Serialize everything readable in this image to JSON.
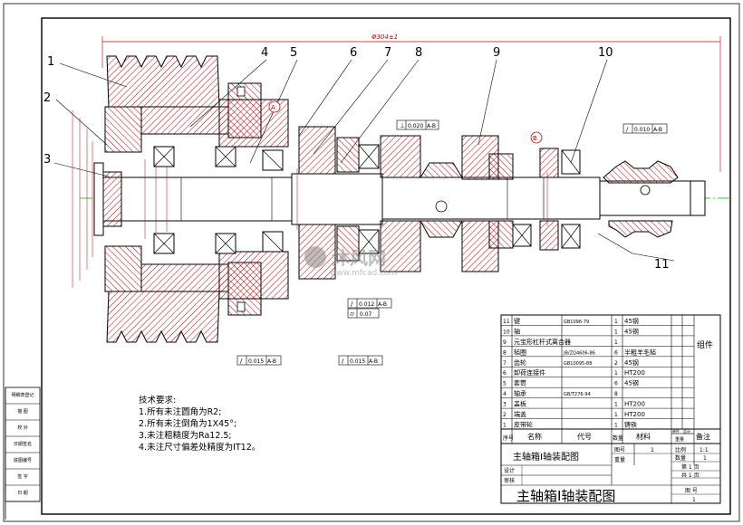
{
  "drawing": {
    "overall_dimension": "Φ304±1",
    "callouts": [
      "1",
      "2",
      "3",
      "4",
      "5",
      "6",
      "7",
      "8",
      "9",
      "10",
      "11"
    ],
    "datum_A": "A",
    "datum_B": "B",
    "tol_top": {
      "sym": "⊥",
      "value": "0.020",
      "ref": "A-B"
    },
    "tol_right": {
      "sym": "/",
      "value": "0.010",
      "ref": "A-B"
    },
    "tol_bottom1": {
      "sym": "/",
      "value": "0.015",
      "ref": "A-B"
    },
    "tol_bottom2": {
      "sym": "/",
      "value": "0.015",
      "ref": "A-B"
    },
    "tol_mid1": {
      "sym": "/",
      "value": "0.012",
      "ref": "A-B"
    },
    "tol_mid2": {
      "sym": "⌭",
      "value": "0.07"
    },
    "watermark_text": "沐风网",
    "watermark_url": "www.mfcad.com"
  },
  "tech_req": {
    "title": "技术要求:",
    "items": [
      "1.所有未注圆角为R2;",
      "2.所有未注倒角为1X45°;",
      "3.未注粗糙度为Ra12.5;",
      "4.未注尺寸偏差处精度为IT12。"
    ]
  },
  "left_strip": [
    "明细表登记",
    "描 图",
    "校 对",
    "日期签名",
    "底图编号",
    "签 字",
    "日 期"
  ],
  "bom": {
    "rows": [
      {
        "no": "11",
        "name": "键",
        "code": "GB1096-79",
        "qty": "1",
        "mat": "45钢"
      },
      {
        "no": "10",
        "name": "轴",
        "code": "",
        "qty": "1",
        "mat": "45钢"
      },
      {
        "no": "9",
        "name": "元宝形杠杆式离合器",
        "code": "",
        "qty": "1",
        "mat": ""
      },
      {
        "no": "8",
        "name": "毡圈",
        "code": "JB/ZQ4606-86",
        "qty": "6",
        "mat": "半粗羊毛毡"
      },
      {
        "no": "7",
        "name": "齿轮",
        "code": "GB10095-88",
        "qty": "2",
        "mat": "45钢"
      },
      {
        "no": "6",
        "name": "卸荷连接件",
        "code": "",
        "qty": "1",
        "mat": "HT200"
      },
      {
        "no": "5",
        "name": "套筒",
        "code": "",
        "qty": "6",
        "mat": "45钢"
      },
      {
        "no": "4",
        "name": "轴承",
        "code": "GB/T276-94",
        "qty": "8",
        "mat": ""
      },
      {
        "no": "3",
        "name": "盖板",
        "code": "",
        "qty": "1",
        "mat": "HT200"
      },
      {
        "no": "2",
        "name": "端盖",
        "code": "",
        "qty": "1",
        "mat": "HT200"
      },
      {
        "no": "1",
        "name": "皮带轮",
        "code": "",
        "qty": "1",
        "mat": "铸铁"
      }
    ],
    "group_label": "组件",
    "header": {
      "no": "序号",
      "name": "名称",
      "code": "代号",
      "qty": "数量",
      "mat": "材料",
      "single": "单件",
      "total": "总计",
      "weight": "重量",
      "remark": "备注"
    },
    "title_small": "主轴箱Ⅰ轴装配图",
    "tuhao": "图号",
    "tuhao_val": "1",
    "bili": "比例",
    "bili_val": "1:1",
    "zhongliang": "重量",
    "shuliang": "数量",
    "shuliang_val": "1",
    "sheet1": "第 1 页",
    "sheet2": "共 1 页",
    "sheji": "设计",
    "shenhe": "审核",
    "title_big": "主轴箱Ⅰ轴装配图",
    "tuhao2": "图 号",
    "tuhao2_val": "1"
  }
}
